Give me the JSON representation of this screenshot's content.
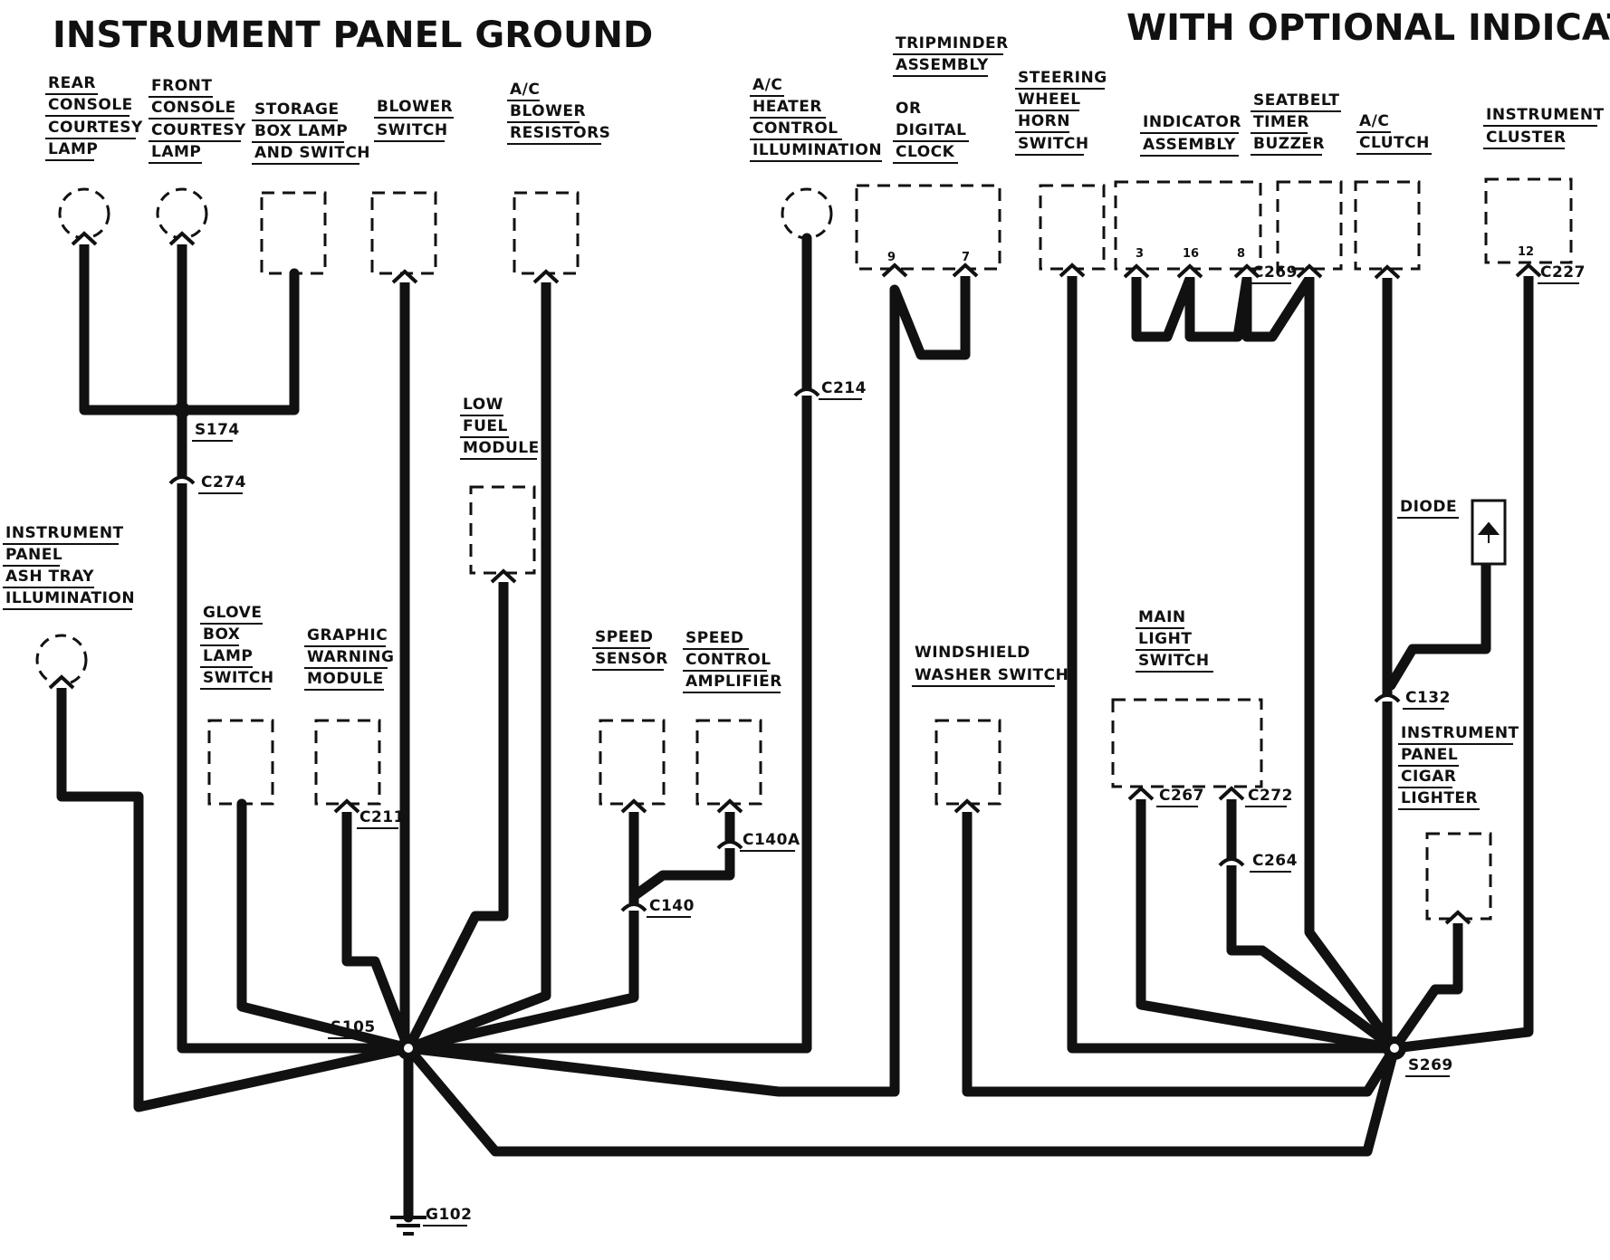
{
  "titles": {
    "left": "INSTRUMENT PANEL GROUND",
    "right": "WITH OPTIONAL INDICATORS"
  },
  "components": {
    "rear_console_lamp": [
      "REAR",
      "CONSOLE",
      "COURTESY",
      "LAMP"
    ],
    "front_console_lamp": [
      "FRONT",
      "CONSOLE",
      "COURTESY",
      "LAMP"
    ],
    "storage_box": [
      "STORAGE",
      "BOX LAMP",
      "AND SWITCH"
    ],
    "blower_switch": [
      "BLOWER",
      "SWITCH"
    ],
    "ac_blower_resistors": [
      "A/C",
      "BLOWER",
      "RESISTORS"
    ],
    "ac_heater_control": [
      "A/C",
      "HEATER",
      "CONTROL",
      "ILLUMINATION"
    ],
    "tripminder": [
      "TRIPMINDER",
      "ASSEMBLY",
      "OR",
      "DIGITAL",
      "CLOCK"
    ],
    "horn_switch": [
      "STEERING",
      "WHEEL",
      "HORN",
      "SWITCH"
    ],
    "indicator_assembly": [
      "INDICATOR",
      "ASSEMBLY"
    ],
    "seatbelt_buzzer": [
      "SEATBELT",
      "TIMER",
      "BUZZER"
    ],
    "ac_clutch": [
      "A/C",
      "CLUTCH"
    ],
    "instrument_cluster": [
      "INSTRUMENT",
      "CLUSTER"
    ],
    "low_fuel_module": [
      "LOW",
      "FUEL",
      "MODULE"
    ],
    "ash_tray": [
      "INSTRUMENT",
      "PANEL",
      "ASH TRAY",
      "ILLUMINATION"
    ],
    "glove_box": [
      "GLOVE",
      "BOX",
      "LAMP",
      "SWITCH"
    ],
    "graphic_warning": [
      "GRAPHIC",
      "WARNING",
      "MODULE"
    ],
    "speed_sensor": [
      "SPEED",
      "SENSOR"
    ],
    "speed_control": [
      "SPEED",
      "CONTROL",
      "AMPLIFIER"
    ],
    "washer_switch": [
      "WINDSHIELD",
      "WASHER SWITCH"
    ],
    "main_light_switch": [
      "MAIN",
      "LIGHT",
      "SWITCH"
    ],
    "diode": [
      "DIODE"
    ],
    "cigar_lighter": [
      "INSTRUMENT",
      "PANEL",
      "CIGAR",
      "LIGHTER"
    ]
  },
  "pins": {
    "tripminder_a": "9",
    "tripminder_b": "7",
    "indicator_a": "3",
    "indicator_b": "16",
    "indicator_c": "8",
    "cluster": "12"
  },
  "connectors": {
    "s174": "S174",
    "c274": "C274",
    "c214": "C214",
    "c211": "C211",
    "c140a": "C140A",
    "c140": "C140",
    "s105": "S105",
    "g102": "G102",
    "c269": "C269",
    "c227": "C227",
    "c132": "C132",
    "c267": "C267",
    "c272": "C272",
    "c264": "C264",
    "s269": "S269"
  }
}
